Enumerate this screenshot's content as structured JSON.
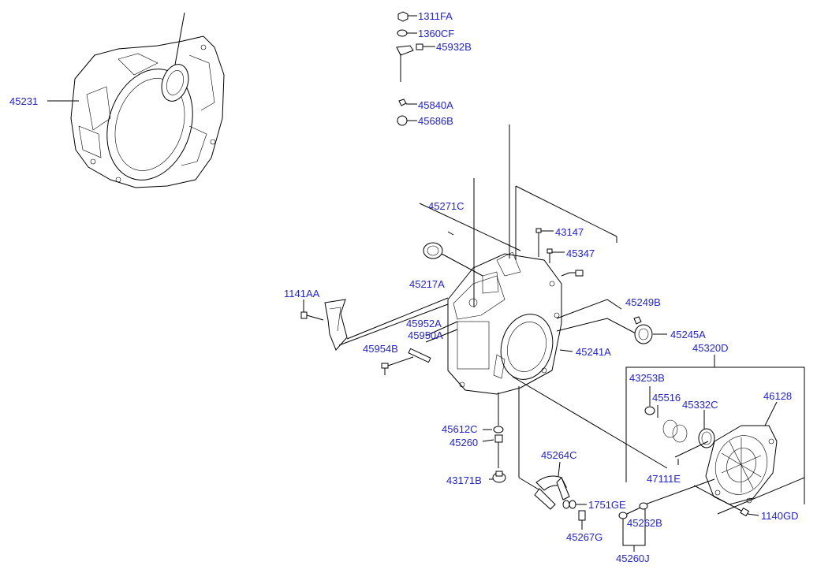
{
  "labels": {
    "l45231": "45231",
    "l1311FA": "1311FA",
    "l1360CF": "1360CF",
    "l45932B": "45932B",
    "l45840A": "45840A",
    "l45686B": "45686B",
    "l45271C": "45271C",
    "l43147": "43147",
    "l45347": "45347",
    "l45217A": "45217A",
    "l1141AA": "1141AA",
    "l45249B": "45249B",
    "l45952A": "45952A",
    "l45950A": "45950A",
    "l45245A": "45245A",
    "l45954B": "45954B",
    "l45241A": "45241A",
    "l45320D": "45320D",
    "l43253B": "43253B",
    "l46128": "46128",
    "l45516": "45516",
    "l45332C": "45332C",
    "l45612C": "45612C",
    "l45260": "45260",
    "l45264C": "45264C",
    "l43171B": "43171B",
    "l47111E": "47111E",
    "l1751GE": "1751GE",
    "l1140GD": "1140GD",
    "l45262B": "45262B",
    "l45267G": "45267G",
    "l45260J": "45260J"
  }
}
